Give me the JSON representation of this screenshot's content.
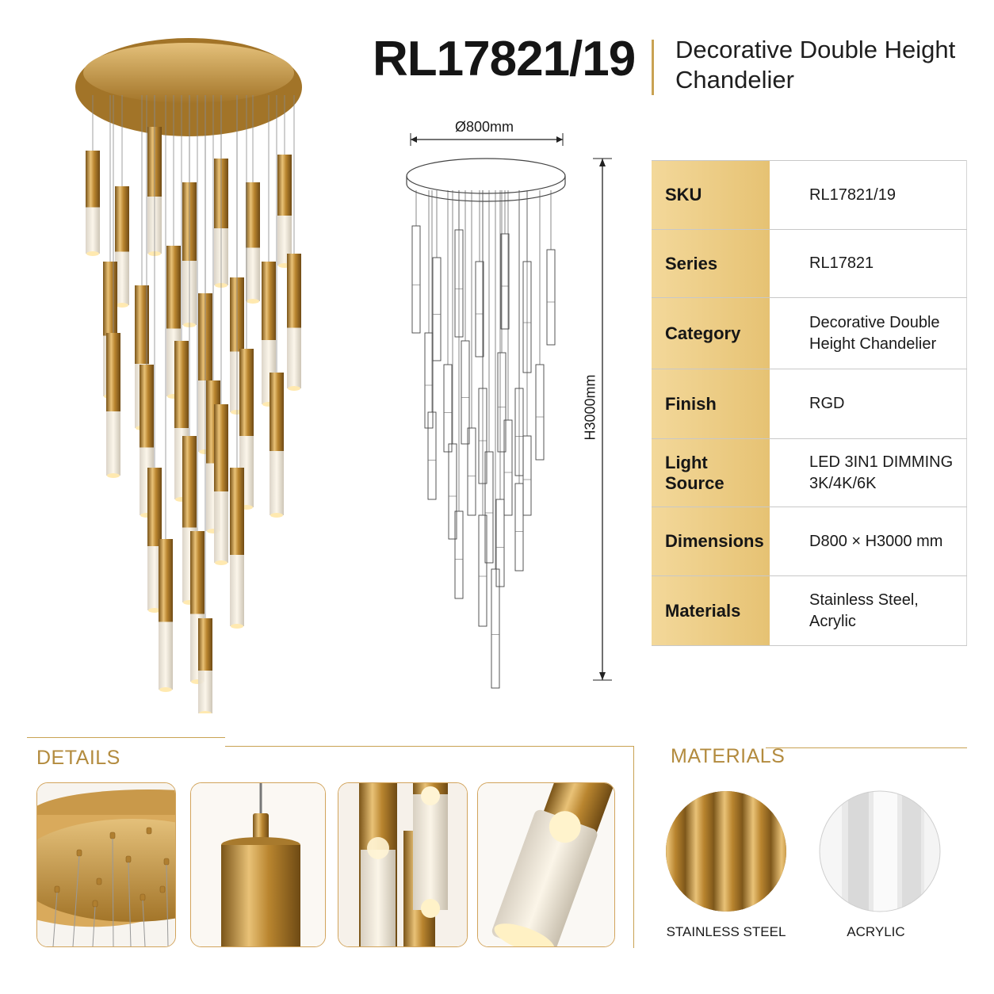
{
  "header": {
    "model": "RL17821/19",
    "subtitle_line1": "Decorative Double Height",
    "subtitle_line2": "Chandelier"
  },
  "drawing": {
    "diameter_label": "Ø800mm",
    "height_label": "H3000mm"
  },
  "specs": [
    {
      "key": "SKU",
      "value_lines": [
        "RL17821/19"
      ]
    },
    {
      "key": "Series",
      "value_lines": [
        "RL17821"
      ]
    },
    {
      "key": "Category",
      "value_lines": [
        "Decorative Double",
        "Height Chandelier"
      ]
    },
    {
      "key": "Finish",
      "value_lines": [
        "RGD"
      ]
    },
    {
      "key": "Light Source",
      "value_lines": [
        "LED 3IN1 DIMMING",
        "3K/4K/6K"
      ]
    },
    {
      "key": "Dimensions",
      "value_lines": [
        "D800 × H3000 mm"
      ]
    },
    {
      "key": "Materials",
      "value_lines": [
        "Stainless Steel,",
        "Acrylic"
      ]
    }
  ],
  "sections": {
    "details_title": "DETAILS",
    "materials_title": "MATERIALS"
  },
  "materials": [
    {
      "label": "STAINLESS STEEL"
    },
    {
      "label": "ACRYLIC"
    }
  ],
  "colors": {
    "gold": "#c9a253",
    "gold_light": "#f3d89a",
    "heading": "#b38b3e"
  }
}
